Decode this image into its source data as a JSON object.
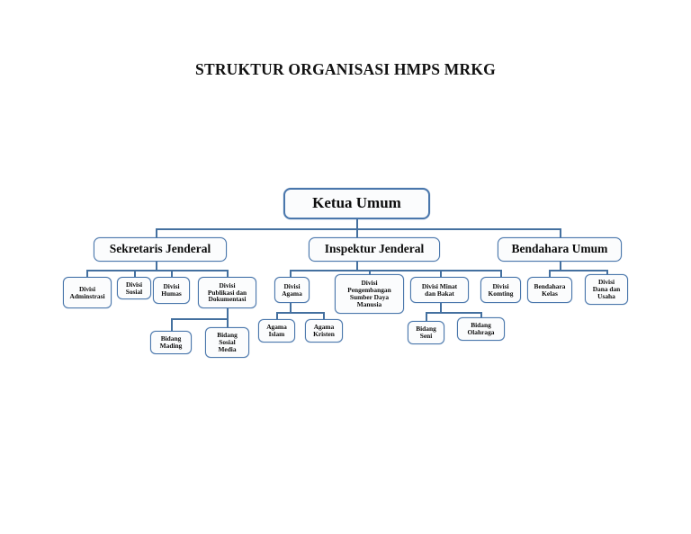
{
  "title": "STRUKTUR ORGANISASI HMPS MRKG",
  "theme": {
    "background": "#ffffff",
    "box_border": "#4a77ac",
    "box_fill": "#fbfcfd",
    "connector": "#44709f",
    "text": "#0d0d0d"
  },
  "chart_data": {
    "type": "diagram",
    "diagram_type": "organization-chart",
    "title": "STRUKTUR ORGANISASI HMPS MRKG",
    "orientation": "top-down",
    "levels": 4,
    "node_count": 19
  },
  "nodes": {
    "ketua_umum": "Ketua Umum",
    "sekretaris_jenderal": "Sekretaris Jenderal",
    "inspektur_jenderal": "Inspektur Jenderal",
    "bendahara_umum": "Bendahara Umum",
    "divisi_administrasi_l1": "Divisi",
    "divisi_administrasi_l2": "Adminstrasi",
    "divisi_sosial_l1": "Divisi",
    "divisi_sosial_l2": "Sosial",
    "divisi_humas_l1": "Divisi",
    "divisi_humas_l2": "Humas",
    "divisi_pubdok_l1": "Divisi",
    "divisi_pubdok_l2": "Publikasi dan",
    "divisi_pubdok_l3": "Dokumentasi",
    "bidang_mading_l1": "Bidang",
    "bidang_mading_l2": "Mading",
    "bidang_sosmed_l1": "Bidang",
    "bidang_sosmed_l2": "Sosial",
    "bidang_sosmed_l3": "Media",
    "divisi_agama_l1": "Divisi",
    "divisi_agama_l2": "Agama",
    "divisi_psdm_l1": "Divisi",
    "divisi_psdm_l2": "Pengembangan",
    "divisi_psdm_l3": "Sumber Daya",
    "divisi_psdm_l4": "Manusia",
    "agama_islam_l1": "Agama",
    "agama_islam_l2": "Islam",
    "agama_kristen_l1": "Agama",
    "agama_kristen_l2": "Kristen",
    "divisi_minat_bakat_l1": "Divisi Minat",
    "divisi_minat_bakat_l2": "dan Bakat",
    "bidang_seni_l1": "Bidang",
    "bidang_seni_l2": "Seni",
    "bidang_olahraga_l1": "Bidang",
    "bidang_olahraga_l2": "Olahraga",
    "divisi_komting_l1": "Divisi",
    "divisi_komting_l2": "Komting",
    "bendahara_kelas_l1": "Bendahara",
    "bendahara_kelas_l2": "Kelas",
    "divisi_dana_usaha_l1": "Divisi",
    "divisi_dana_usaha_l2": "Dana dan",
    "divisi_dana_usaha_l3": "Usaha"
  }
}
